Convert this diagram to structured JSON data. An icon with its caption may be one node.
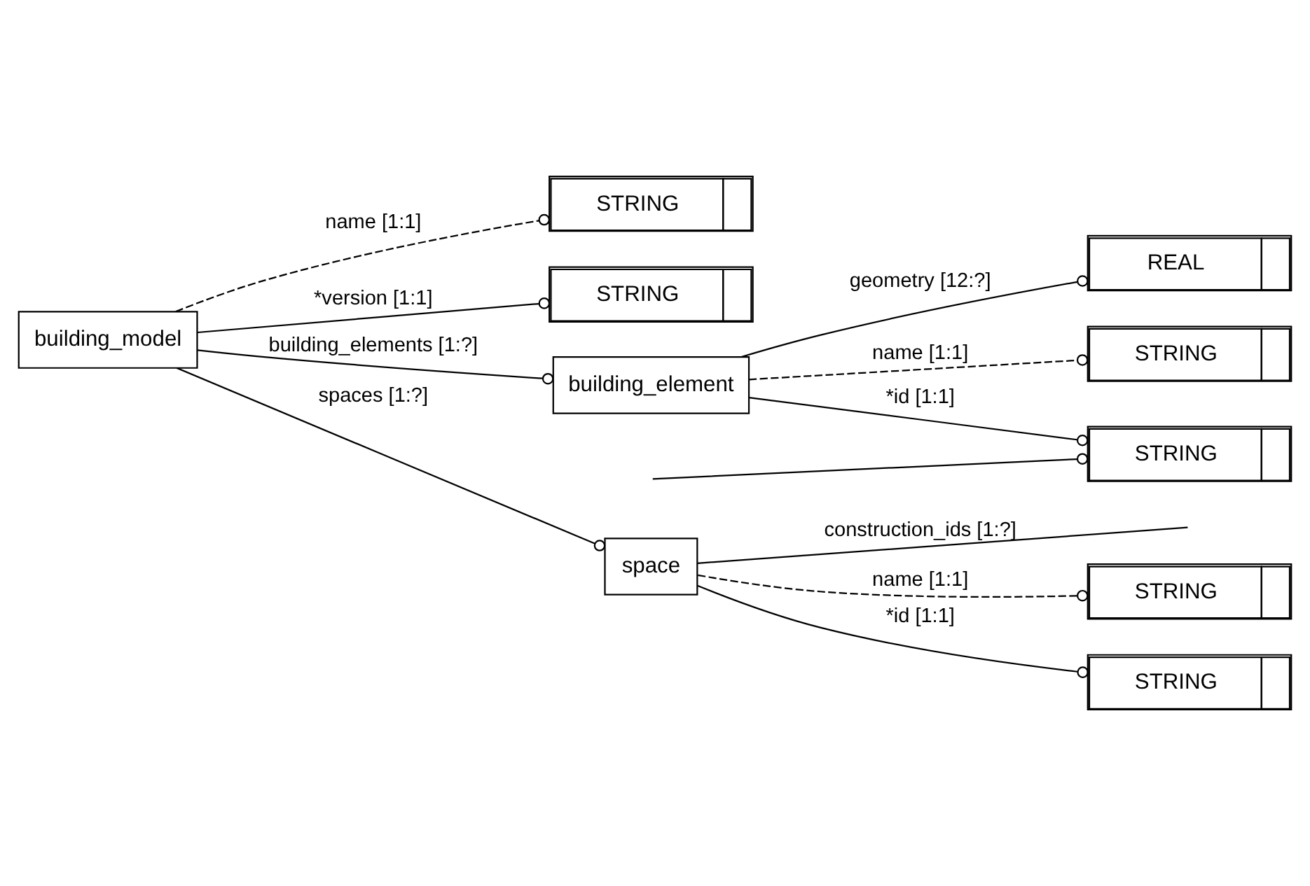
{
  "diagram": {
    "nodes": [
      {
        "text": [
          "building_model"
        ]
      },
      {
        "text": [
          "STRING"
        ]
      },
      {
        "text": [
          "STRING"
        ]
      },
      {
        "text": [
          "building_element"
        ]
      },
      {
        "text": [
          "STRING"
        ]
      },
      {
        "text": [
          "STRING"
        ]
      },
      {
        "text": [
          "REAL"
        ]
      },
      {
        "text": [
          "space"
        ]
      },
      {
        "text": [
          "STRING"
        ]
      },
      {
        "text": [
          "STRING"
        ]
      }
    ],
    "edges": [
      {
        "from": 0,
        "to": 1,
        "arrow": "other",
        "label": "name [1:1]",
        "style": "dashed"
      },
      {
        "from": 0,
        "to": 2,
        "arrow": "other",
        "label": "*version [1:1]"
      },
      {
        "from": 0,
        "to": 3,
        "arrow": "other",
        "label": "building_elements [1:?]"
      },
      {
        "from": 3,
        "to": 4,
        "arrow": "other",
        "label": "name [1:1]",
        "style": "dashed"
      },
      {
        "from": 3,
        "to": 5,
        "arrow": "other",
        "label": "*id [1:1]"
      },
      {
        "from": null,
        "to": 5,
        "arrow": "other"
      },
      {
        "from": 3,
        "to": 6,
        "arrow": "other",
        "label": "geometry [12:?]"
      },
      {
        "from": 0,
        "to": 7,
        "arrow": "other",
        "label": "spaces [1:?]"
      },
      {
        "from": 7,
        "to": 8,
        "arrow": "other",
        "label": "name [1:1]",
        "style": "dashed"
      },
      {
        "from": 7,
        "to": 9,
        "arrow": "other",
        "label": "*id [1:1]"
      },
      {
        "from": 7,
        "to": null,
        "arrow": "none",
        "label": "construction_ids [1:?]"
      }
    ]
  }
}
